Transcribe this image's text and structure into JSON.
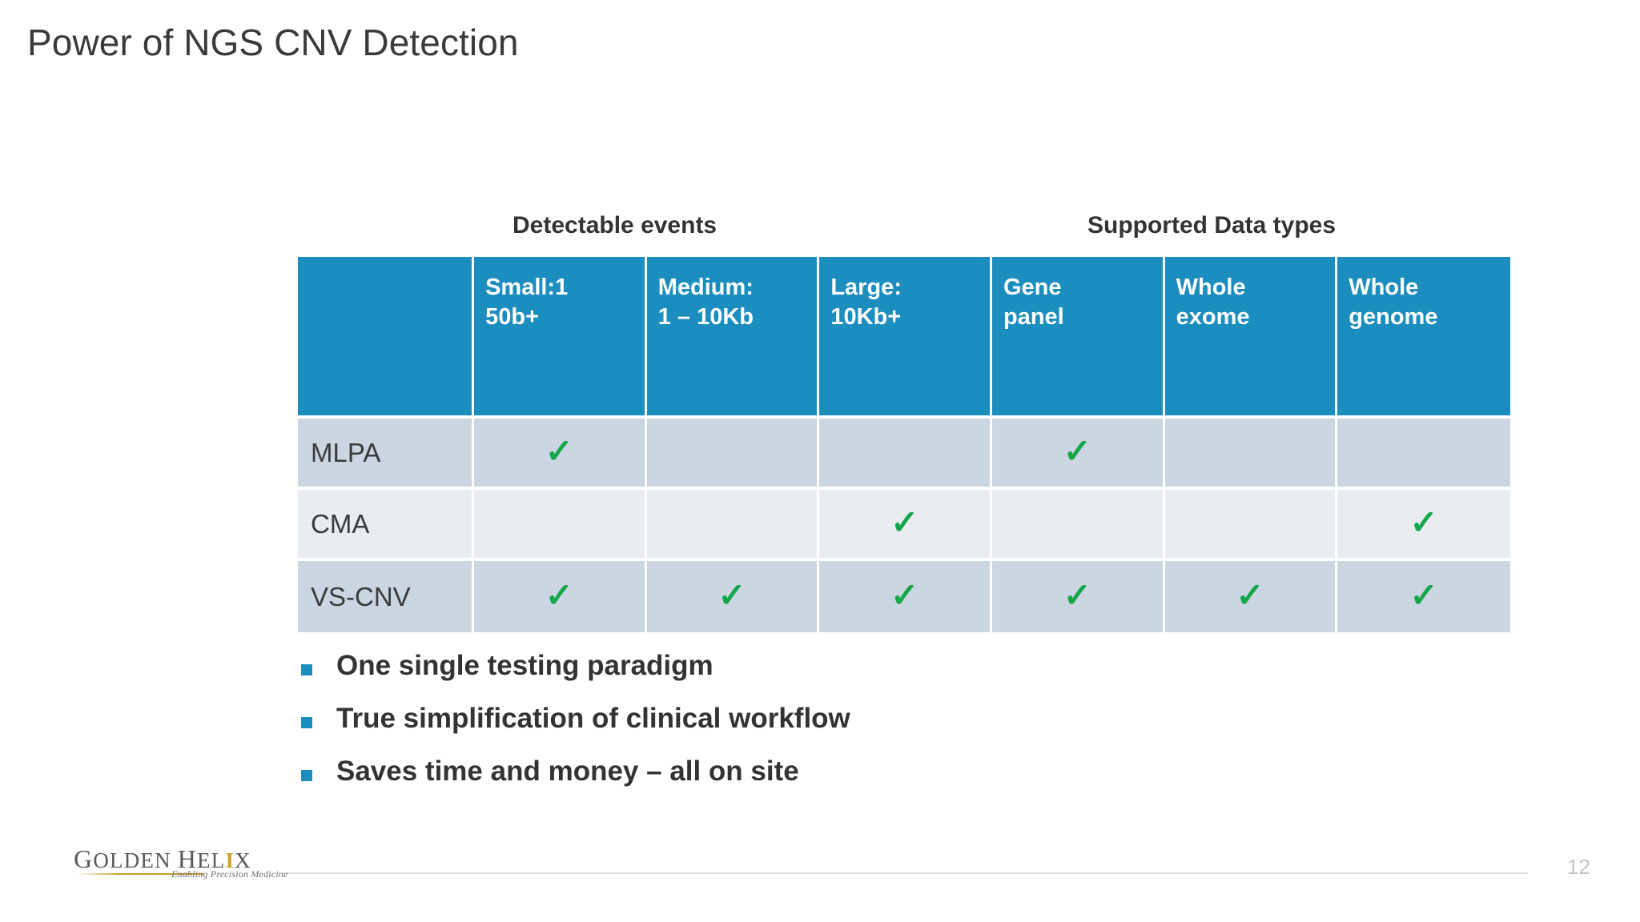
{
  "slide": {
    "title": "Power of NGS CNV Detection",
    "page_number": "12"
  },
  "table": {
    "group_captions": {
      "detectable": "Detectable events",
      "supported": "Supported Data types"
    },
    "corner_header": "",
    "columns": [
      {
        "id": "small",
        "label": "Small:1 50b+",
        "line1": "Small:1",
        "line2": "50b+",
        "group": "Detectable events"
      },
      {
        "id": "medium",
        "label": "Medium: 1 – 10Kb",
        "line1": "Medium:",
        "line2": "1 – 10Kb",
        "group": "Detectable events"
      },
      {
        "id": "large",
        "label": "Large: 10Kb+",
        "line1": "Large:",
        "line2": "10Kb+",
        "group": "Detectable events"
      },
      {
        "id": "gene-panel",
        "label": "Gene panel",
        "line1": "Gene",
        "line2": "panel",
        "group": "Supported Data types"
      },
      {
        "id": "whole-exome",
        "label": "Whole exome",
        "line1": "Whole",
        "line2": "exome",
        "group": "Supported Data types"
      },
      {
        "id": "whole-genome",
        "label": "Whole genome",
        "line1": "Whole",
        "line2": "genome",
        "group": "Supported Data types"
      }
    ],
    "check_glyph": "✓",
    "rows": [
      {
        "label": "MLPA",
        "band": "a",
        "cells": [
          "✓",
          "",
          "",
          "✓",
          "",
          ""
        ]
      },
      {
        "label": "CMA",
        "band": "b",
        "cells": [
          "",
          "",
          "✓",
          "",
          "",
          "✓"
        ]
      },
      {
        "label": "VS-CNV",
        "band": "a",
        "cells": [
          "✓",
          "✓",
          "✓",
          "✓",
          "✓",
          "✓"
        ]
      }
    ]
  },
  "bullets": [
    "One single testing paradigm",
    "True simplification of clinical workflow",
    "Saves time and money – all on site"
  ],
  "logo": {
    "word_golden": "OLDEN",
    "word_golden_cap": "G",
    "word_helix_cap": "H",
    "word_helix_a": "EL",
    "word_helix_i": "I",
    "word_helix_b": "X",
    "tagline": "Enabling Precision Medicine"
  },
  "colors": {
    "header_blue": "#1B8DBE",
    "check_green": "#16A64A",
    "row_band_a": "#CBD6E2",
    "row_band_b": "#E9EDF2",
    "title_gray": "#3A3A3A",
    "logo_gold": "#C9A227"
  }
}
